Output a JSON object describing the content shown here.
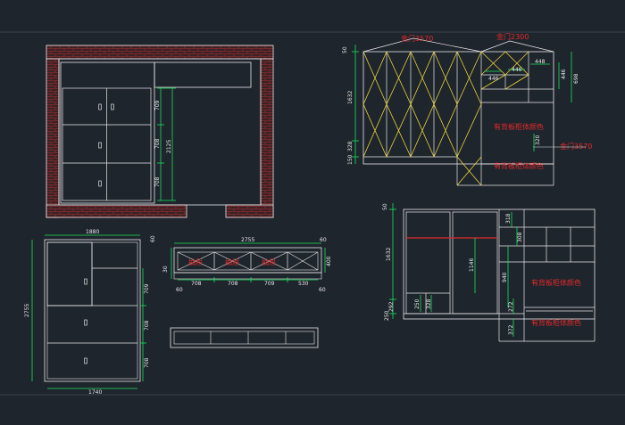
{
  "colors": {
    "background": "#1f252d",
    "line": "#e8e8e8",
    "dimension": "#19e35a",
    "door": "#e9d33a",
    "wall": "#8b2a2a",
    "label": "#e02a2a"
  },
  "icons": [
    "door-handle-icon"
  ],
  "plan": {
    "dims": [
      "709",
      "708",
      "708",
      "2125"
    ]
  },
  "front_left": {
    "top": "1880",
    "side": "60",
    "height": "2755",
    "rows": [
      "709",
      "708",
      "708"
    ],
    "bottom": "1740"
  },
  "drawer": {
    "top": "2755",
    "side": "60",
    "left": "60",
    "right": "60",
    "height": "400",
    "low": "30",
    "widths": [
      "708",
      "708",
      "709",
      "530"
    ],
    "labels": [
      "抽屉",
      "抽屉",
      "抽屉"
    ]
  },
  "elev_top": {
    "door1": "金门3570",
    "door2": "金门2300",
    "door3": "金门3570",
    "h50": "50",
    "h1632": "1632",
    "h328": "328",
    "h150": "150",
    "w446a": "446",
    "w446b": "446",
    "w448": "448",
    "h446": "446",
    "h698": "698",
    "d320": "320",
    "label1": "有背板柜体颜色",
    "label2": "有背板柜体颜色"
  },
  "elev_bottom": {
    "h50": "50",
    "h1632": "1632",
    "h250": "250",
    "h292": "292",
    "s318": "318",
    "s308": "308",
    "s1146": "1146",
    "s940": "940",
    "s250": "250",
    "s328": "328",
    "s272": "272",
    "s372": "372",
    "label1": "有背板柜体颜色",
    "label2": "有背板柜体颜色"
  }
}
